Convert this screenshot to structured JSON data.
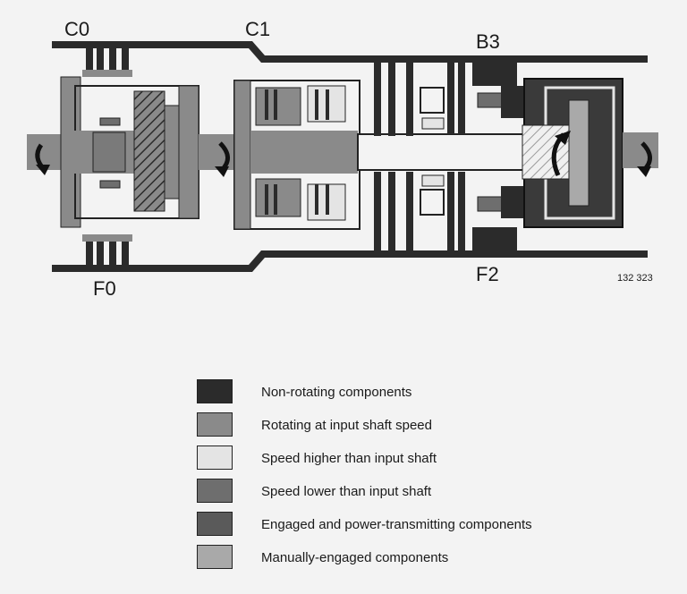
{
  "labels": {
    "c0": "C0",
    "c1": "C1",
    "b3": "B3",
    "f0": "F0",
    "f2": "F2",
    "ref": "132 323"
  },
  "colors": {
    "non_rotating": "#2b2b2b",
    "input_speed": "#8a8a8a",
    "higher_speed": "#e4e4e4",
    "lower_speed": "#6e6e6e",
    "engaged": "#5a5a5a",
    "manual": "#a9a9a9",
    "background": "#f3f3f3"
  },
  "legend": [
    {
      "text": "Non-rotating components",
      "color": "#2b2b2b"
    },
    {
      "text": "Rotating at input shaft speed",
      "color": "#8a8a8a"
    },
    {
      "text": "Speed higher than input shaft",
      "color": "#e4e4e4"
    },
    {
      "text": "Speed lower than input shaft",
      "color": "#6e6e6e"
    },
    {
      "text": "Engaged and power-transmitting components",
      "color": "#5a5a5a"
    },
    {
      "text": "Manually-engaged components",
      "color": "#a9a9a9"
    }
  ]
}
